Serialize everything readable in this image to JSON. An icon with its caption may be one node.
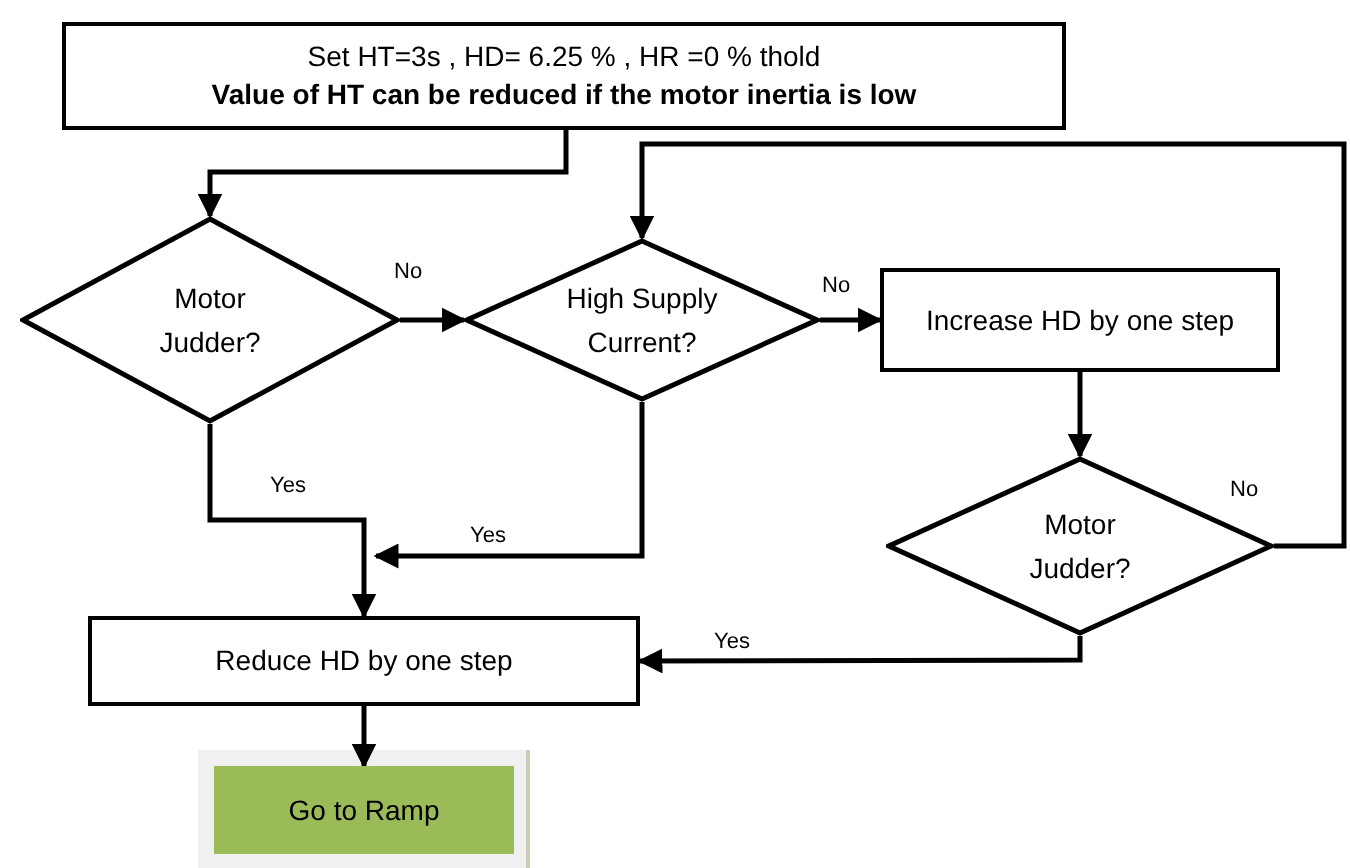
{
  "diagram": {
    "nodes": [
      {
        "text": [
          "Set HT=3s , HD= 6.25 % , HR =0 % thold",
          "Value of HT can be reduced if the motor inertia is low"
        ]
      },
      {
        "text": [
          "Motor Judder?"
        ]
      },
      {
        "text": [
          "High Supply Current?"
        ]
      },
      {
        "text": [
          "Increase HD by one step"
        ]
      },
      {
        "text": [
          "Motor Judder?"
        ]
      },
      {
        "text": [
          "Reduce HD by one step"
        ]
      },
      {
        "text": [
          "Go to Ramp"
        ]
      }
    ],
    "edges": [
      {
        "from": 0,
        "to": 1,
        "arrow": "to"
      },
      {
        "from": 1,
        "to": 2,
        "arrow": "to",
        "label": "No"
      },
      {
        "from": 2,
        "to": 3,
        "arrow": "to",
        "label": "No"
      },
      {
        "from": 3,
        "to": 4,
        "arrow": "to"
      },
      {
        "from": 4,
        "to": 2,
        "arrow": "to",
        "label": "No"
      },
      {
        "from": 1,
        "to": 5,
        "arrow": "to",
        "label": "Yes"
      },
      {
        "from": 2,
        "to": 5,
        "arrow": "to",
        "label": "Yes"
      },
      {
        "from": 4,
        "to": 5,
        "arrow": "to",
        "label": "Yes"
      },
      {
        "from": 5,
        "to": 6,
        "arrow": "to"
      }
    ]
  }
}
